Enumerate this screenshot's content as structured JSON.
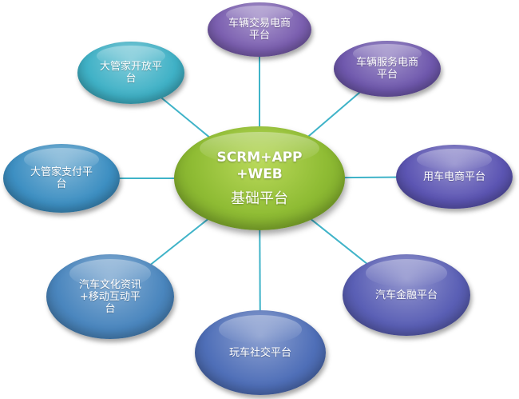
{
  "center": {
    "title": "SCRM+APP\n+WEB",
    "subtitle": "基础平台",
    "color": "#8fbc34"
  },
  "nodes": [
    {
      "id": "vehicle-trading-ecommerce",
      "label": "车辆交易电商\n平台",
      "color": "#7b5fb0"
    },
    {
      "id": "vehicle-service-ecommerce",
      "label": "车辆服务电商\n平台",
      "color": "#6f58ad"
    },
    {
      "id": "car-use-ecommerce",
      "label": "用车电商平台",
      "color": "#5c55b3"
    },
    {
      "id": "auto-finance",
      "label": "汽车金融平台",
      "color": "#5a5fb5"
    },
    {
      "id": "car-social",
      "label": "玩车社交平台",
      "color": "#4f6fb8"
    },
    {
      "id": "auto-culture-news",
      "label": "汽车文化资讯\n+移动互动平\n台",
      "color": "#4a86be"
    },
    {
      "id": "butler-payment",
      "label": "大管家支付平\n台",
      "color": "#3d8fc2"
    },
    {
      "id": "butler-open",
      "label": "大管家开放平\n台",
      "color": "#3fb1c6"
    }
  ],
  "connector_color": "#3fb3c8"
}
